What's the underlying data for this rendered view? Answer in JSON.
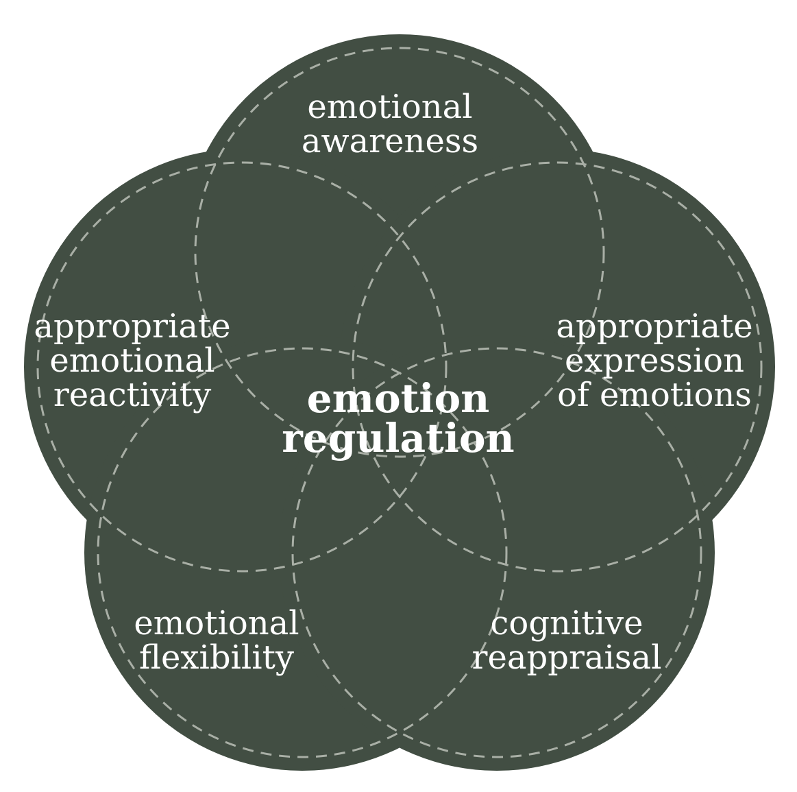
{
  "diagram": {
    "type": "venn-flower",
    "title": "emotion regulation",
    "center_label": {
      "text": "emotion regulation",
      "lines": [
        "emotion",
        "regulation"
      ]
    },
    "petals": [
      {
        "id": "top",
        "label": "emotional awareness",
        "lines": [
          "emotional",
          "awareness"
        ]
      },
      {
        "id": "upper-left",
        "label": "appropriate emotional reactivity",
        "lines": [
          "appropriate",
          "emotional",
          "reactivity"
        ]
      },
      {
        "id": "upper-right",
        "label": "appropriate expression of emotions",
        "lines": [
          "appropriate",
          "expression",
          "of emotions"
        ]
      },
      {
        "id": "lower-left",
        "label": "emotional flexibility",
        "lines": [
          "emotional",
          "flexibility"
        ]
      },
      {
        "id": "lower-right",
        "label": "cognitive reappraisal",
        "lines": [
          "cognitive",
          "reappraisal"
        ]
      }
    ],
    "colors": {
      "circle_fill": "#424E43",
      "dashed_outline": "#A9AFA6",
      "text": "#FFFFFF",
      "background": "#FFFFFF"
    }
  }
}
